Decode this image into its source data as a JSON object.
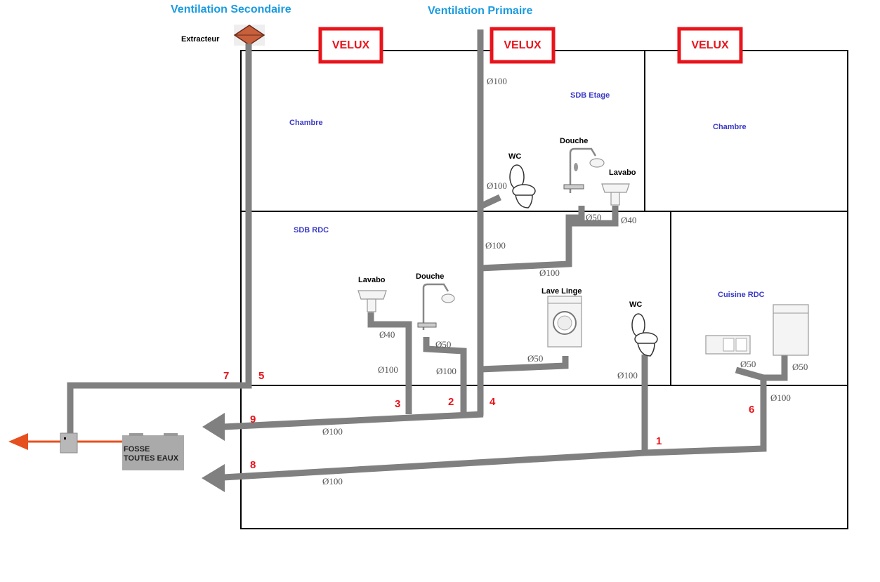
{
  "titles": {
    "secondary": "Ventilation Secondaire",
    "primary": "Ventilation Primaire"
  },
  "extracteur": "Extracteur",
  "velux": [
    "VELUX",
    "VELUX",
    "VELUX"
  ],
  "rooms": {
    "chambre_left": "Chambre",
    "sdb_etage": "SDB Etage",
    "chambre_right": "Chambre",
    "sdb_rdc": "SDB RDC",
    "cuisine_rdc": "Cuisine RDC"
  },
  "fixtures": {
    "wc_etage": "WC",
    "douche_etage": "Douche",
    "lavabo_etage": "Lavabo",
    "lavabo_rdc": "Lavabo",
    "douche_rdc": "Douche",
    "lave_linge": "Lave Linge",
    "wc_rdc": "WC"
  },
  "diameters": [
    "Ø100",
    "Ø100",
    "Ø50",
    "Ø40",
    "Ø100",
    "Ø100",
    "Ø40",
    "Ø50",
    "Ø100",
    "Ø100",
    "Ø50",
    "Ø100",
    "Ø50",
    "Ø50",
    "Ø100",
    "Ø100",
    "Ø100"
  ],
  "numbers": [
    "7",
    "5",
    "3",
    "2",
    "4",
    "9",
    "8",
    "1",
    "6"
  ],
  "fosse": {
    "line1": "FOSSE",
    "line2": "TOUTES EAUX"
  },
  "colors": {
    "pipe": "#808080",
    "velux": "#e8141c",
    "title": "#1a9be0",
    "room": "#3a3ac8",
    "outlet": "#e5501e"
  }
}
